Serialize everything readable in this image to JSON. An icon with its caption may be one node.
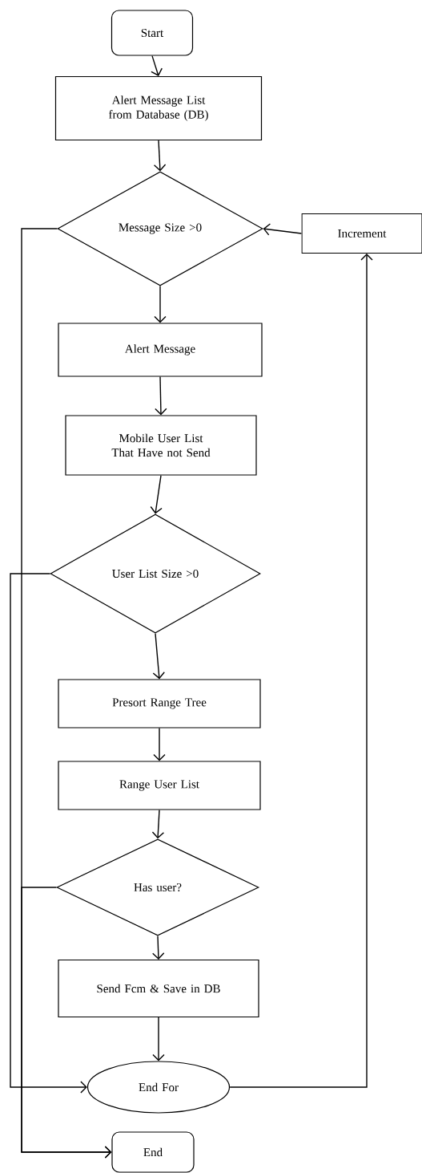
{
  "diagram": {
    "nodes": [
      {
        "text": [
          "Start"
        ]
      },
      {
        "text": [
          "Alert Message List from Database (DB)"
        ]
      },
      {
        "text": [
          "Message Size >0"
        ]
      },
      {
        "text": [
          "Increment"
        ]
      },
      {
        "text": [
          "Alert Message"
        ]
      },
      {
        "text": [
          "Mobile User List That Have not Send"
        ]
      },
      {
        "text": [
          "User List Size >0"
        ]
      },
      {
        "text": [
          "Presort Range Tree"
        ]
      },
      {
        "text": [
          "Range User List"
        ]
      },
      {
        "text": [
          "Has user?"
        ]
      },
      {
        "text": [
          "Send Fcm & Save in DB"
        ]
      },
      {
        "text": [
          "End For"
        ]
      },
      {
        "text": [
          "End"
        ]
      }
    ],
    "edges": [
      {
        "from": 0,
        "to": 1,
        "arrow": "to"
      },
      {
        "from": 1,
        "to": 2,
        "arrow": "to"
      },
      {
        "from": 2,
        "to": 4,
        "arrow": "to"
      },
      {
        "from": 4,
        "to": 5,
        "arrow": "to"
      },
      {
        "from": 5,
        "to": 6,
        "arrow": "to"
      },
      {
        "from": 6,
        "to": 7,
        "arrow": "to"
      },
      {
        "from": 7,
        "to": 8,
        "arrow": "to"
      },
      {
        "from": 8,
        "to": 9,
        "arrow": "to"
      },
      {
        "from": 9,
        "to": 10,
        "arrow": "to"
      },
      {
        "from": 10,
        "to": 11,
        "arrow": "to"
      },
      {
        "from": 11,
        "to": 3,
        "arrow": "to"
      },
      {
        "from": 3,
        "to": 2,
        "arrow": "to"
      },
      {
        "from": 2,
        "to": 12,
        "arrow": "to"
      },
      {
        "from": 6,
        "to": 11,
        "arrow": "to"
      },
      {
        "from": 9,
        "to": 12,
        "arrow": "to"
      }
    ]
  }
}
